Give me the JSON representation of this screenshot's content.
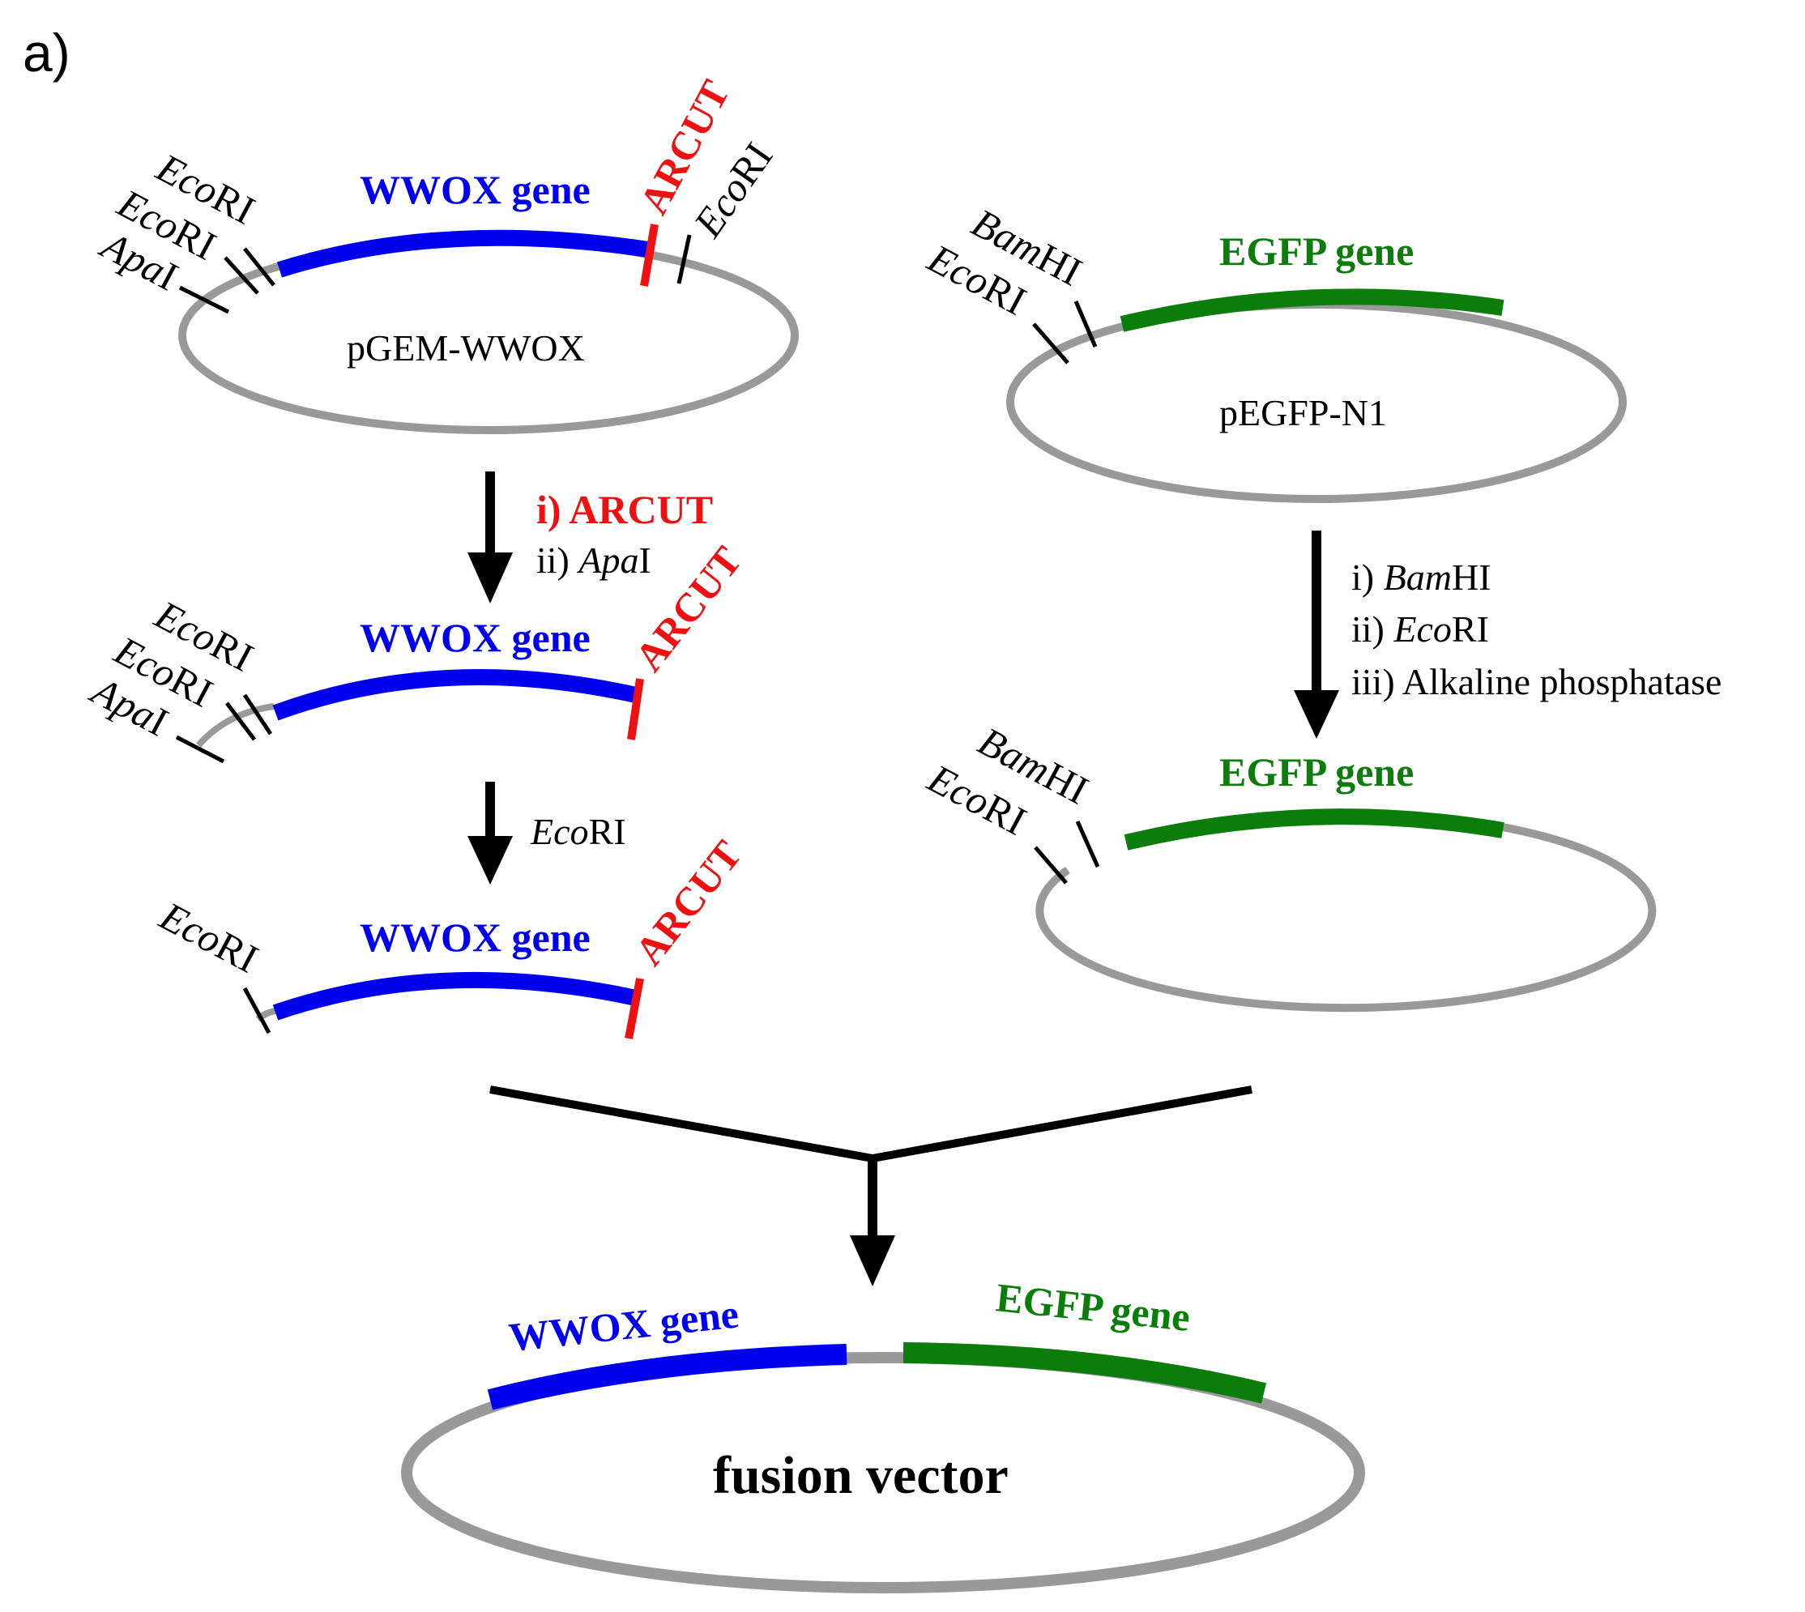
{
  "panel_label": "a)",
  "colors": {
    "wwox": "#0000ee",
    "egfp": "#0a7d0a",
    "arcut": "#ee1111",
    "backbone": "#999999"
  },
  "left": {
    "plasmid_name": "pGEM-WWOX",
    "wwox_gene": "WWOX gene",
    "arcut": "ARCUT",
    "site_ecori_italic": "Eco",
    "site_ecori_rest": "RI",
    "site_apai_italic": "Apa",
    "site_apai_rest": "I",
    "step1": {
      "line1": "i) ARCUT",
      "line2_prefix": "ii) ",
      "line2_italic": "Apa",
      "line2_rest": "I"
    },
    "step2": {
      "italic": "Eco",
      "rest": "RI"
    }
  },
  "right": {
    "plasmid_name": "pEGFP-N1",
    "egfp_gene": "EGFP gene",
    "site_bamhi_italic": "Bam",
    "site_bamhi_rest": "HI",
    "site_ecori_italic": "Eco",
    "site_ecori_rest": "RI",
    "step": {
      "line1_prefix": "i) ",
      "line1_italic": "Bam",
      "line1_rest": "HI",
      "line2_prefix": "ii) ",
      "line2_italic": "Eco",
      "line2_rest": "RI",
      "line3": "iii) Alkaline phosphatase"
    }
  },
  "result": {
    "wwox_gene": "WWOX gene",
    "egfp_gene": "EGFP gene",
    "name": "fusion vector"
  }
}
